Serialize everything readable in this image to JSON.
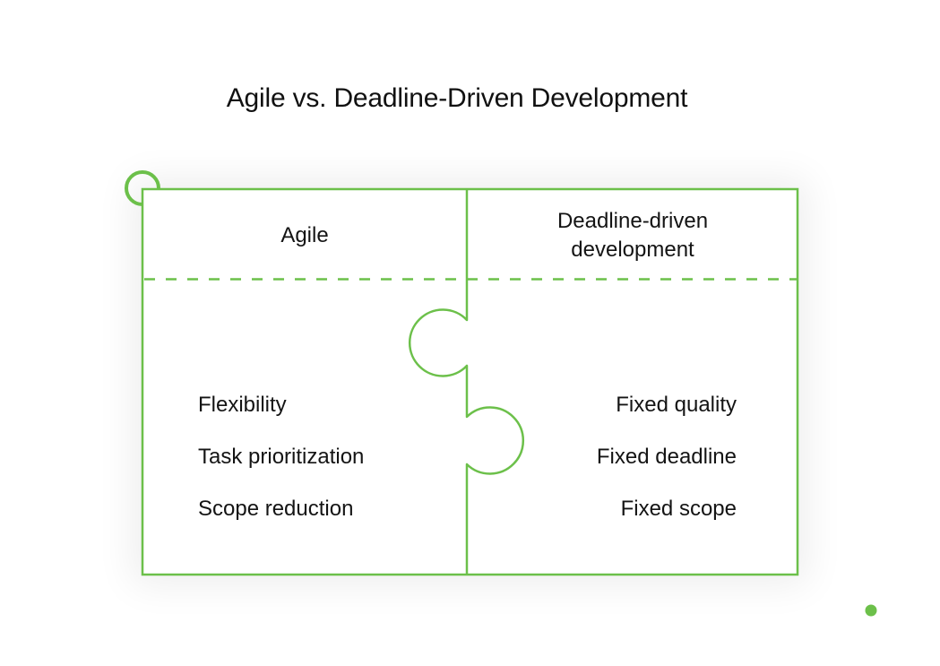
{
  "title": "Agile vs. Deadline-Driven Development",
  "colors": {
    "accent": "#6cc04a",
    "text": "#141414",
    "background": "#ffffff"
  },
  "table": {
    "columns": [
      {
        "header": "Agile",
        "items": [
          "Flexibility",
          "Task prioritization",
          "Scope reduction"
        ]
      },
      {
        "header_lines": [
          "Deadline-driven",
          "development"
        ],
        "items": [
          "Fixed quality",
          "Fixed deadline",
          "Fixed scope"
        ]
      }
    ]
  },
  "decorations": {
    "corner_ring": "ring-icon",
    "puzzle_divider": "puzzle-divider",
    "corner_dot": "dot-icon"
  }
}
